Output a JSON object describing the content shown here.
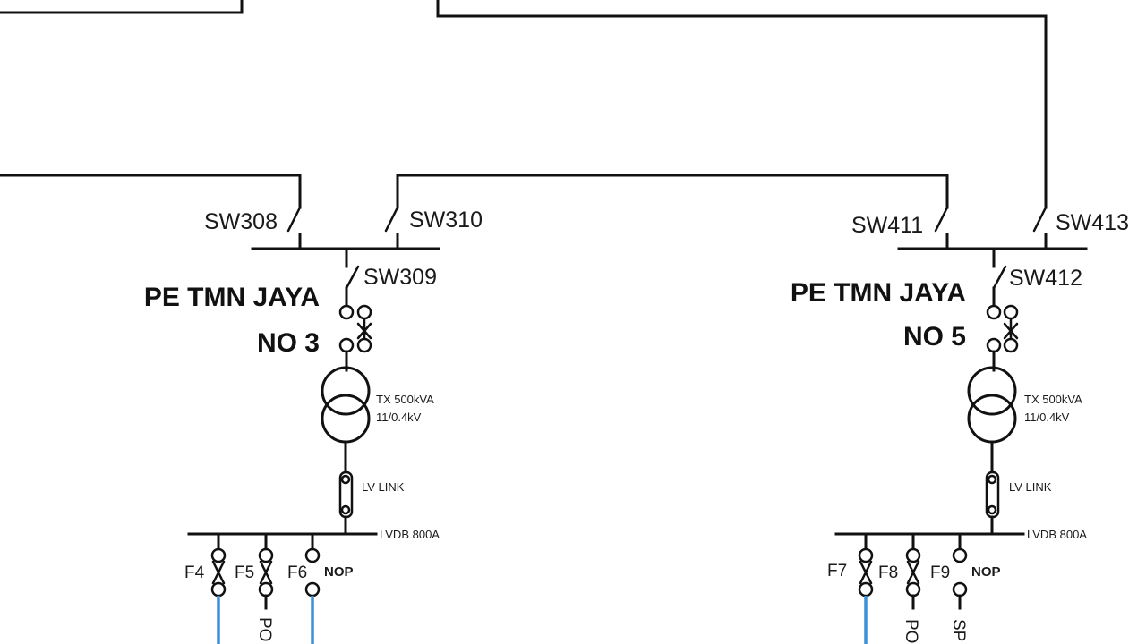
{
  "left": {
    "name_line1": "PE TMN JAYA",
    "name_line2": "NO 3",
    "switches": {
      "in_left": "SW308",
      "in_right": "SW310",
      "tx_switch": "SW309"
    },
    "transformer": {
      "rating": "TX 500kVA",
      "voltage": "11/0.4kV"
    },
    "lv_link": "LV LINK",
    "lvdb": "LVDB 800A",
    "feeders": [
      "F4",
      "F5",
      "F6"
    ],
    "nop": "NOP",
    "feeder_label": "PO"
  },
  "right": {
    "name_line1": "PE TMN JAYA",
    "name_line2": "NO 5",
    "switches": {
      "in_left": "SW411",
      "in_right": "SW413",
      "tx_switch": "SW412"
    },
    "transformer": {
      "rating": "TX 500kVA",
      "voltage": "11/0.4kV"
    },
    "lv_link": "LV LINK",
    "lvdb": "LVDB 800A",
    "feeders": [
      "F7",
      "F8",
      "F9"
    ],
    "nop": "NOP",
    "feeder_labels": [
      "PO",
      "SP"
    ]
  },
  "colors": {
    "line": "#111111",
    "feeder_cable": "#3d8fd6",
    "background": "#ffffff"
  }
}
